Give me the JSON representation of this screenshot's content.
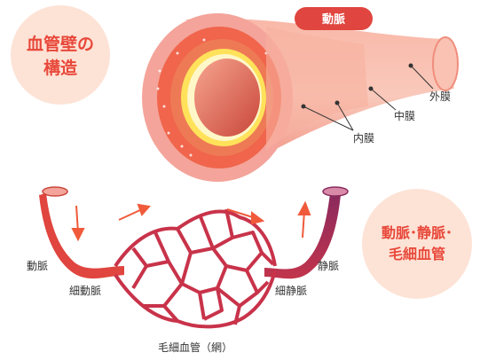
{
  "wall_structure": {
    "title_line1": "血管壁の",
    "title_line2": "構造",
    "badge": "動脈",
    "layers": {
      "outer": "外膜",
      "middle": "中膜",
      "inner": "内膜"
    }
  },
  "vessel_types": {
    "title_line1": "動脈･静脈･",
    "title_line2": "毛細血管"
  },
  "capillary_diagram": {
    "artery": "動脈",
    "arteriole": "細動脈",
    "vein": "静脈",
    "venule": "細静脈",
    "capillary_bed": "毛細血管（網）"
  },
  "colors": {
    "artery_red": "#e0453f",
    "vein_purple": "#8a2a5e",
    "net_red": "#c8334a",
    "circle_bg": "#fde3d6",
    "title_red": "#e8483a",
    "adventitia": "#f4a49a",
    "media": "#f0654c",
    "intima": "#ffe25a"
  }
}
